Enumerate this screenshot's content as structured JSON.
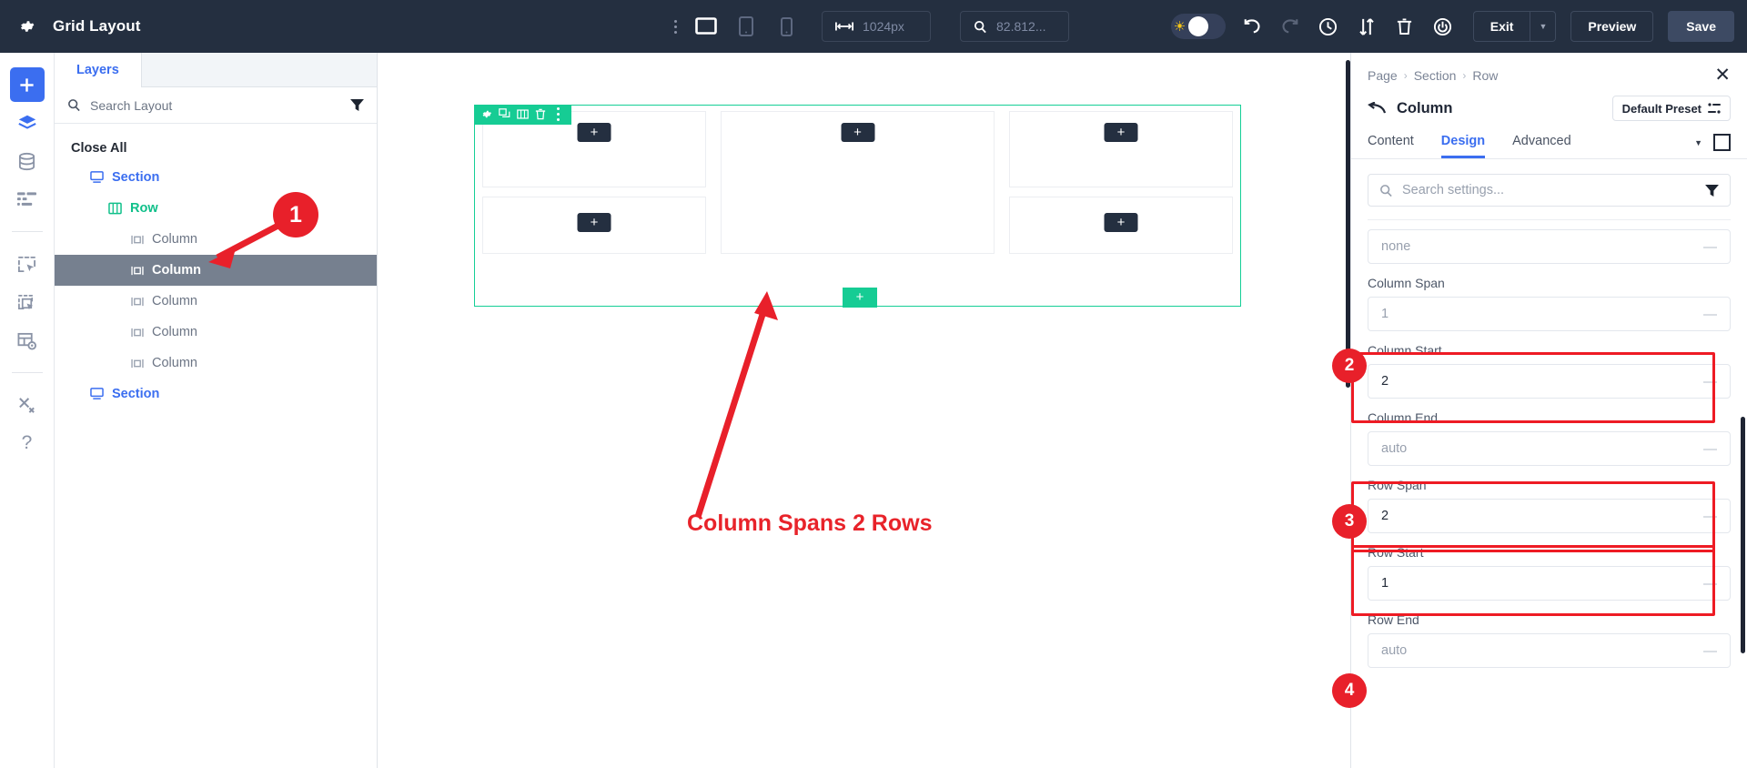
{
  "topbar": {
    "gear_icon": "gear-icon",
    "title": "Grid Layout",
    "more_icon": "vertical-dots-icon",
    "device_desktop": "desktop-icon",
    "device_tablet": "tablet-icon",
    "device_mobile": "mobile-icon",
    "width_icon": "width-arrows-icon",
    "width_value": "1024px",
    "zoom_icon": "zoom-search-icon",
    "zoom_value": "82.812...",
    "theme_toggle_icon": "sun-icon",
    "undo_icon": "undo-icon",
    "redo_icon": "redo-icon",
    "history_icon": "clock-history-icon",
    "updown_icon": "sort-arrows-icon",
    "trash_icon": "trash-icon",
    "power_icon": "power-icon",
    "exit_label": "Exit",
    "exit_caret": "▼",
    "preview_label": "Preview",
    "save_label": "Save"
  },
  "rail": {
    "items": [
      {
        "name": "add-icon",
        "glyph": "+"
      },
      {
        "name": "layers-icon",
        "glyph": ""
      },
      {
        "name": "database-icon",
        "glyph": ""
      },
      {
        "name": "list-icon",
        "glyph": ""
      },
      {
        "name": "select-element-icon",
        "glyph": ""
      },
      {
        "name": "duplicate-select-icon",
        "glyph": ""
      },
      {
        "name": "template-icon",
        "glyph": ""
      },
      {
        "name": "tools-icon",
        "glyph": ""
      },
      {
        "name": "help-icon",
        "glyph": "?"
      }
    ]
  },
  "layers_panel": {
    "tab_label": "Layers",
    "search_placeholder": "Search Layout",
    "search_icon": "search-icon",
    "filter_icon": "filter-icon",
    "close_all_label": "Close All",
    "tree": [
      {
        "label": "Section",
        "type": "section",
        "icon": "section-icon",
        "selected": false
      },
      {
        "label": "Row",
        "type": "row",
        "icon": "row-icon",
        "selected": false
      },
      {
        "label": "Column",
        "type": "column",
        "icon": "column-icon",
        "selected": false
      },
      {
        "label": "Column",
        "type": "column",
        "icon": "column-icon",
        "selected": true
      },
      {
        "label": "Column",
        "type": "column",
        "icon": "column-icon",
        "selected": false
      },
      {
        "label": "Column",
        "type": "column",
        "icon": "column-icon",
        "selected": false
      },
      {
        "label": "Column",
        "type": "column",
        "icon": "column-icon",
        "selected": false
      },
      {
        "label": "Section",
        "type": "section",
        "icon": "section-icon",
        "selected": false
      }
    ]
  },
  "canvas": {
    "row_toolbar": [
      {
        "name": "row-settings-icon"
      },
      {
        "name": "row-duplicate-icon"
      },
      {
        "name": "row-columns-icon"
      },
      {
        "name": "row-delete-icon"
      },
      {
        "name": "row-more-icon"
      }
    ],
    "add_glyph": "+",
    "cells": [
      {
        "id": "c1",
        "add": "+"
      },
      {
        "id": "c2",
        "add": "+"
      },
      {
        "id": "c3",
        "add": "+"
      },
      {
        "id": "c4",
        "add": "+"
      },
      {
        "id": "c5",
        "add": "+"
      }
    ],
    "add_row_glyph": "+",
    "annotation": "Column Spans 2 Rows"
  },
  "right_panel": {
    "breadcrumb": [
      "Page",
      "Section",
      "Row"
    ],
    "breadcrumb_sep": "›",
    "close_icon": "close-icon",
    "back_icon": "back-arrow-icon",
    "title": "Column",
    "preset_label": "Default Preset",
    "preset_icon": "preset-icon",
    "tabs": [
      {
        "label": "Content",
        "active": false
      },
      {
        "label": "Design",
        "active": true
      },
      {
        "label": "Advanced",
        "active": false
      }
    ],
    "caret_glyph": "▼",
    "responsive_icon": "responsive-square-icon",
    "search_placeholder": "Search settings...",
    "search_icon": "search-icon",
    "filter_icon": "filter-icon",
    "fields": [
      {
        "label": "",
        "value": "none",
        "placeholder": true,
        "dash": "—",
        "highlight": false
      },
      {
        "label": "Column Span",
        "value": "1",
        "placeholder": true,
        "dash": "—",
        "highlight": false
      },
      {
        "label": "Column Start",
        "value": "2",
        "placeholder": false,
        "dash": "—",
        "highlight": true,
        "badge": "2"
      },
      {
        "label": "Column End",
        "value": "auto",
        "placeholder": true,
        "dash": "—",
        "highlight": false
      },
      {
        "label": "Row Span",
        "value": "2",
        "placeholder": false,
        "dash": "—",
        "highlight": true,
        "badge": "3"
      },
      {
        "label": "Row Start",
        "value": "1",
        "placeholder": false,
        "dash": "—",
        "highlight": true,
        "badge": "4"
      },
      {
        "label": "Row End",
        "value": "auto",
        "placeholder": true,
        "dash": "—",
        "highlight": false
      }
    ]
  },
  "annotations": {
    "badge1": "1",
    "badge2": "2",
    "badge3": "3",
    "badge4": "4"
  },
  "colors": {
    "topbar_bg": "#242f40",
    "accent_blue": "#3b6ef0",
    "accent_green": "#16cc94",
    "annotation_red": "#e8202a",
    "selected_row": "#76808f"
  }
}
